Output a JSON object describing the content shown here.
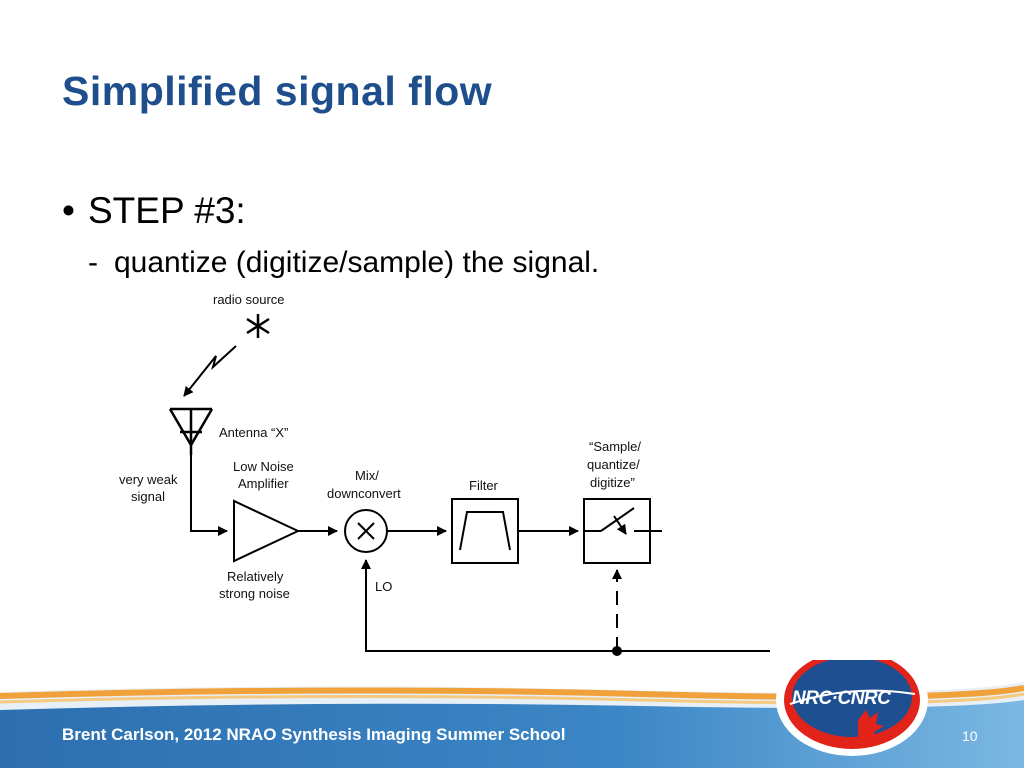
{
  "slide": {
    "title": "Simplified signal flow",
    "bullet": "STEP #3:",
    "sub_bullet": "quantize (digitize/sample) the signal.",
    "bullet_marker": "•",
    "dash_marker": "-"
  },
  "diagram": {
    "radio_source": "radio source",
    "antenna": "Antenna “X”",
    "weak_signal_line1": "very weak",
    "weak_signal_line2": "signal",
    "lna_line1": "Low Noise",
    "lna_line2": "Amplifier",
    "noise_line1": "Relatively",
    "noise_line2": "strong noise",
    "mix_line1": "Mix/",
    "mix_line2": "downconvert",
    "lo": "LO",
    "filter": "Filter",
    "sample_line1": "“Sample/",
    "sample_line2": "quantize/",
    "sample_line3": "digitize”"
  },
  "footer": {
    "text": "Brent Carlson, 2012 NRAO Synthesis Imaging Summer School",
    "page": "10",
    "logo": "NRC·CNRC"
  },
  "colors": {
    "title": "#1f4e8c",
    "footer_band": "#2d6fb0",
    "stripe_orange": "#f0a13a"
  }
}
